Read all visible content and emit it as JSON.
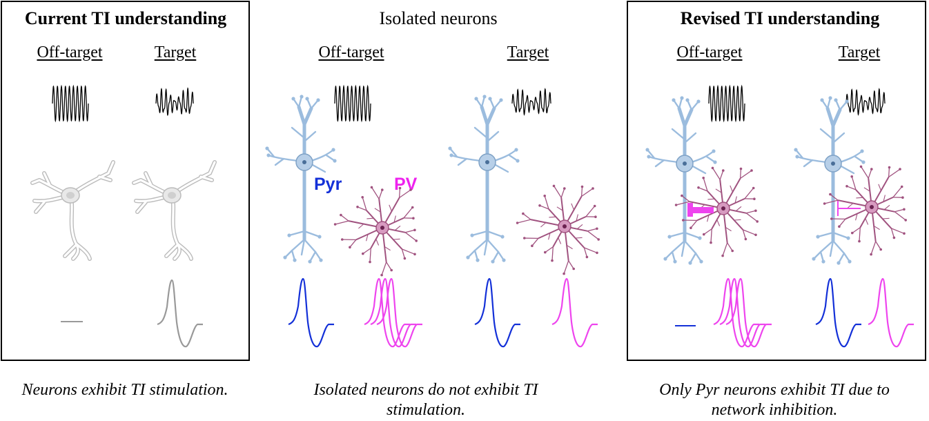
{
  "panels": [
    {
      "title": "Current TI understanding",
      "col_left": "Off-target",
      "col_right": "Target",
      "caption": "Neurons exhibit TI stimulation."
    },
    {
      "title": "Isolated neurons",
      "col_left": "Off-target",
      "col_right": "Target",
      "caption_line1": "Isolated neurons do not exhibit TI",
      "caption_line2": "stimulation."
    },
    {
      "title": "Revised TI understanding",
      "col_left": "Off-target",
      "col_right": "Target",
      "caption_line1": "Only Pyr neurons exhibit TI due to",
      "caption_line2": "network inhibition."
    }
  ],
  "labels": {
    "pyr": "Pyr",
    "pv": "PV"
  },
  "colors": {
    "pyr_cell": "#9bbcde",
    "pv_cell": "#a0527f",
    "pyr_trace": "#1330d8",
    "pv_trace": "#ee44ee",
    "generic_cell": "#bbbbbb",
    "generic_trace": "#999999",
    "inhibition": "#ee44ee"
  }
}
